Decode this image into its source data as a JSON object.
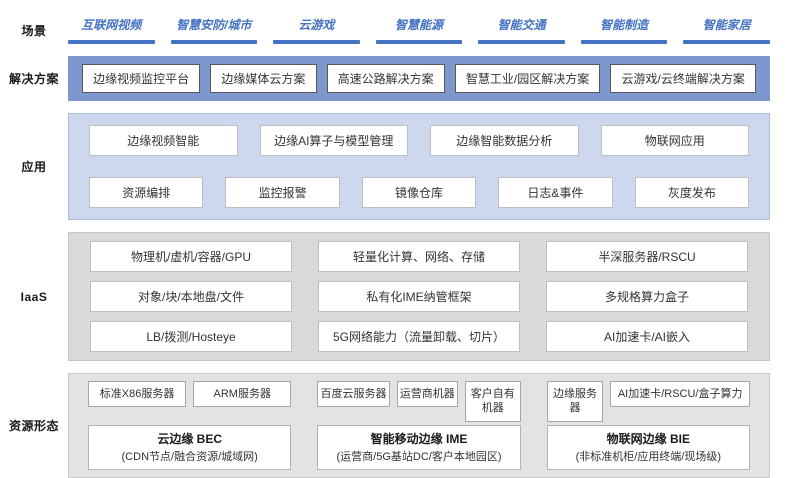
{
  "scene": {
    "label": "场景",
    "items": [
      "互联网视频",
      "智慧安防/城市",
      "云游戏",
      "智慧能源",
      "智能交通",
      "智能制造",
      "智能家居"
    ]
  },
  "solutions": {
    "label": "解决方案",
    "items": [
      "边缘视频监控平台",
      "边缘媒体云方案",
      "高速公路解决方案",
      "智慧工业/园区解决方案",
      "云游戏/云终端解决方案"
    ]
  },
  "applications": {
    "label": "应用",
    "row1": [
      "边缘视频智能",
      "边缘AI算子与模型管理",
      "边缘智能数据分析",
      "物联网应用"
    ],
    "row2": [
      "资源编排",
      "监控报警",
      "镜像仓库",
      "日志&事件",
      "灰度发布"
    ]
  },
  "iaas": {
    "label": "IaaS",
    "row1": [
      "物理机/虚机/容器/GPU",
      "轻量化计算、网络、存储",
      "半深服务器/RSCU"
    ],
    "row2": [
      "对象/块/本地盘/文件",
      "私有化IME纳管框架",
      "多规格算力盒子"
    ],
    "row3": [
      "LB/拨测/Hosteye",
      "5G网络能力（流量卸载、切片）",
      "AI加速卡/AI嵌入"
    ]
  },
  "resources": {
    "label": "资源形态",
    "groups": [
      {
        "machines": [
          "标准X86服务器",
          "ARM服务器"
        ],
        "title": "云边缘 BEC",
        "subtitle": "(CDN节点/融合资源/城域网)"
      },
      {
        "machines": [
          "百度云服务器",
          "运营商机器",
          "客户自有机器"
        ],
        "title": "智能移动边缘 IME",
        "subtitle": "(运营商/5G基站DC/客户本地园区)"
      },
      {
        "machines": [
          "边缘服务器",
          "AI加速卡/RSCU/盒子算力"
        ],
        "title": "物联网边缘 BIE",
        "subtitle": "(非标准机柜/应用终端/现场级)"
      }
    ]
  },
  "colors": {
    "scene_accent": "#4472C4",
    "solutions_band": "#7E97CF",
    "applications_band": "#CDD8EE",
    "iaas_band": "#D9D9D9",
    "resources_band": "#E3E3E3"
  }
}
